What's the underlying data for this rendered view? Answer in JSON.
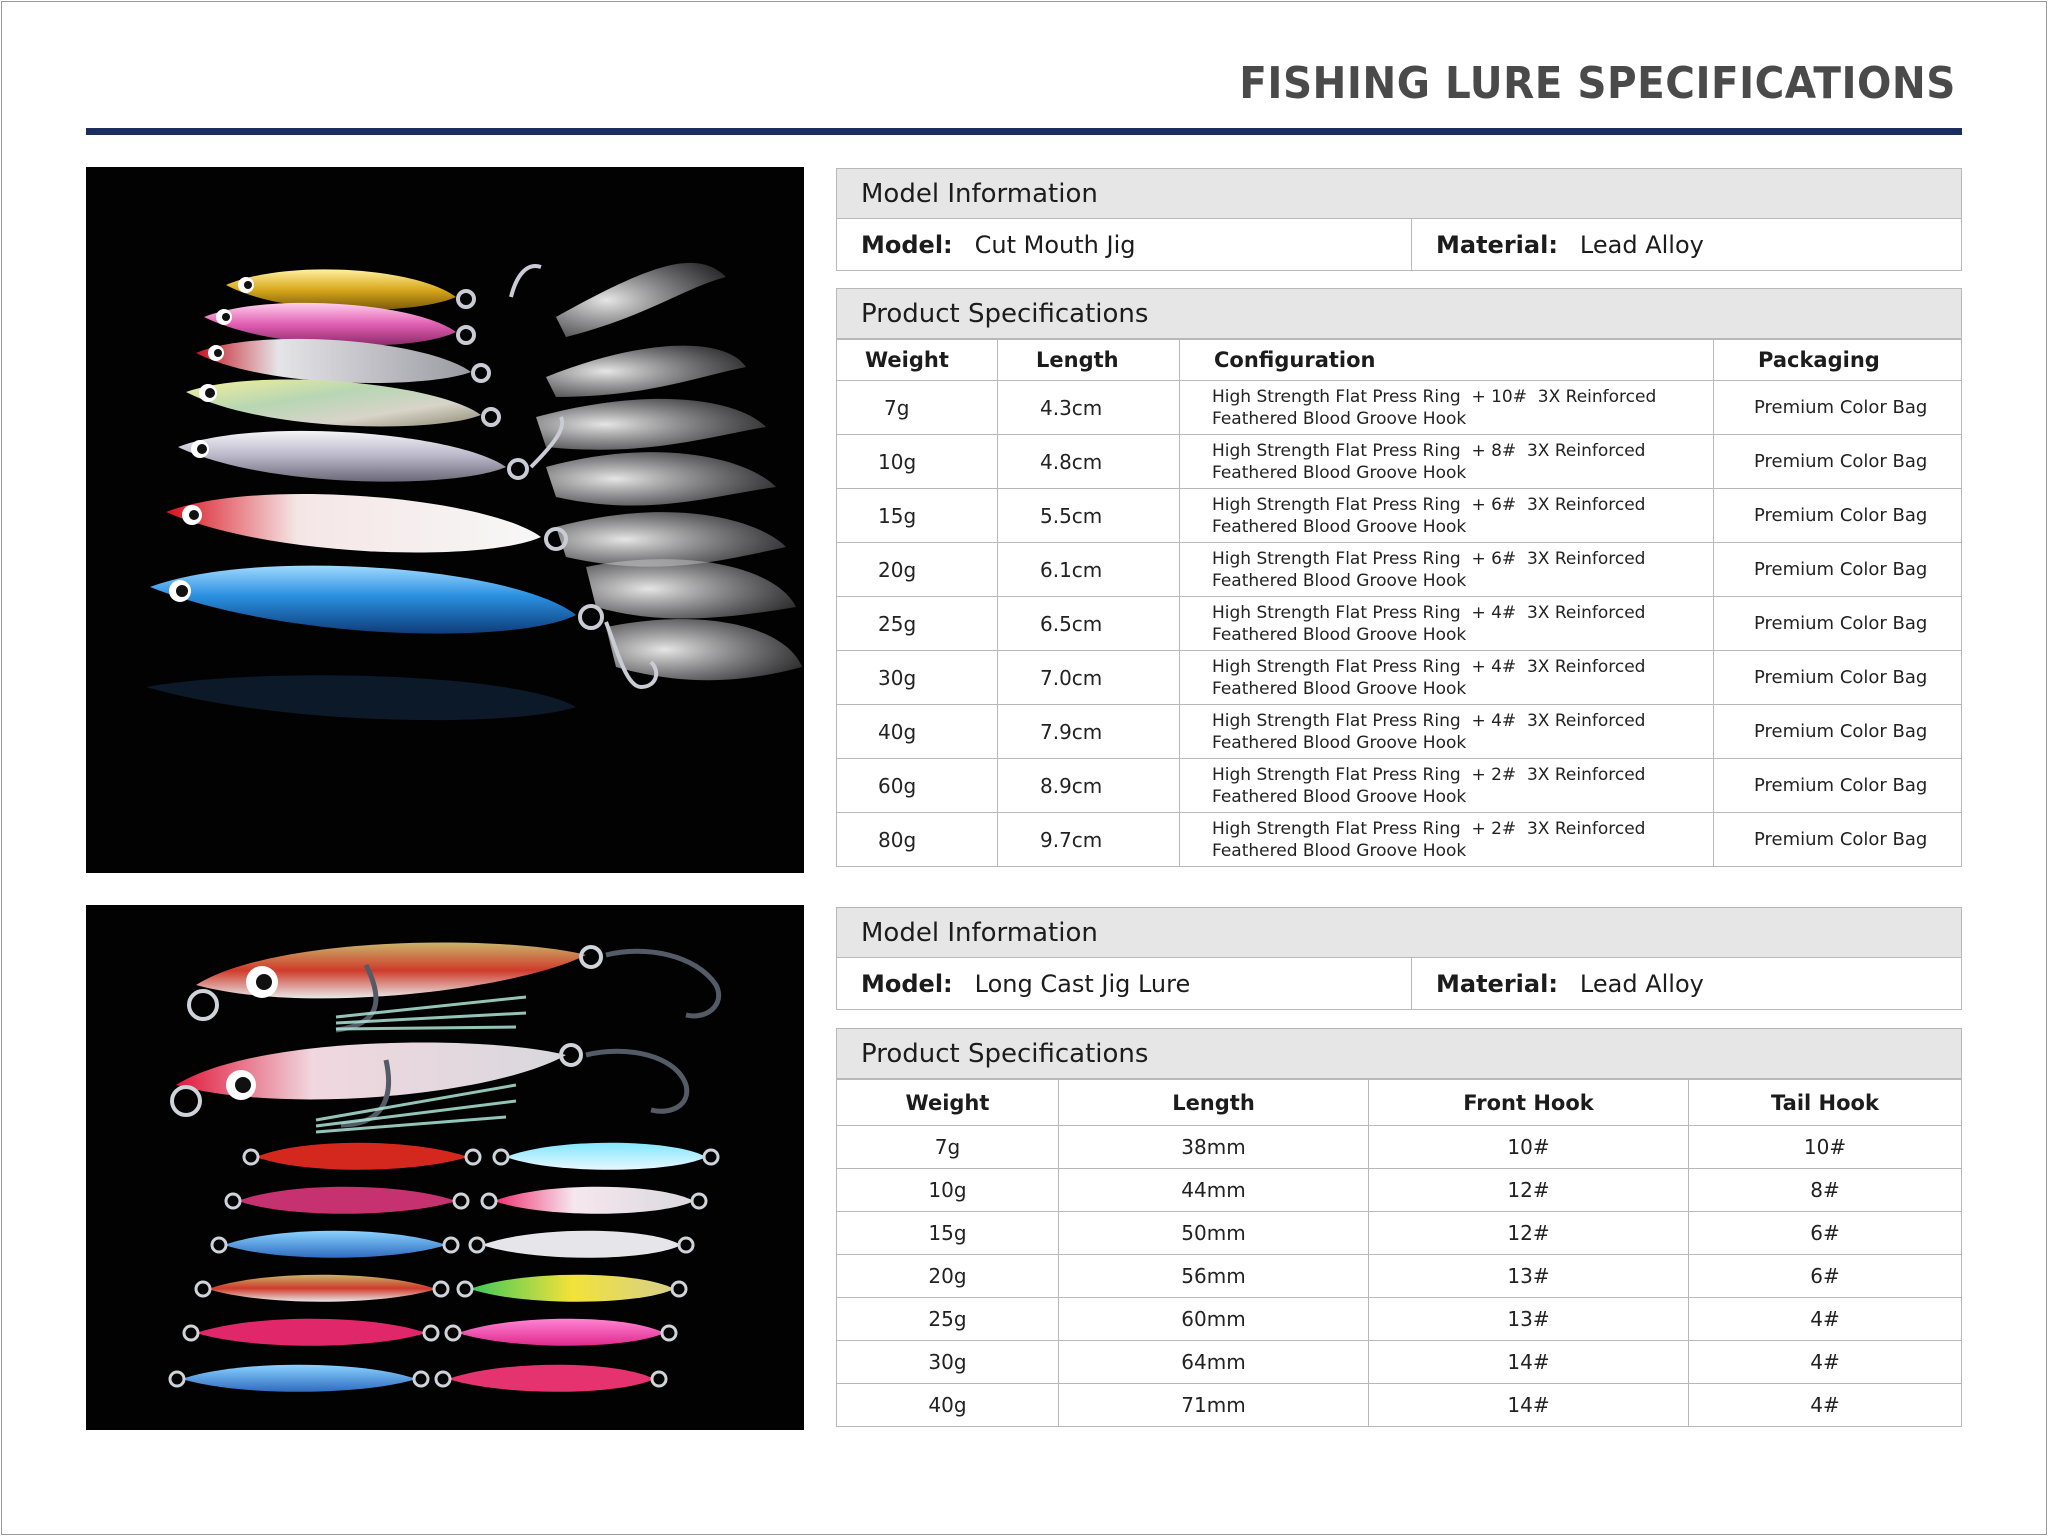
{
  "page": {
    "title": "FISHING LURE SPECIFICATIONS"
  },
  "products": [
    {
      "model_section_title": "Model Information",
      "model_label": "Model:",
      "model_value": "Cut Mouth Jig",
      "material_label": "Material:",
      "material_value": "Lead Alloy",
      "spec_section_title": "Product Specifications",
      "columns": [
        "Weight",
        "Length",
        "Configuration",
        "Packaging"
      ],
      "rows": [
        {
          "weight": "7g",
          "length": "4.3cm",
          "config_line1": "High Strength Flat Press Ring  + 10#  3X Reinforced",
          "config_line2": "Feathered Blood Groove Hook",
          "packaging": "Premium Color Bag"
        },
        {
          "weight": "10g",
          "length": "4.8cm",
          "config_line1": "High Strength Flat Press Ring  + 8#  3X Reinforced",
          "config_line2": "Feathered Blood Groove Hook",
          "packaging": "Premium Color Bag"
        },
        {
          "weight": "15g",
          "length": "5.5cm",
          "config_line1": "High Strength Flat Press Ring  + 6#  3X Reinforced",
          "config_line2": "Feathered Blood Groove Hook",
          "packaging": "Premium Color Bag"
        },
        {
          "weight": "20g",
          "length": "6.1cm",
          "config_line1": "High Strength Flat Press Ring  + 6#  3X Reinforced",
          "config_line2": "Feathered Blood Groove Hook",
          "packaging": "Premium Color Bag"
        },
        {
          "weight": "25g",
          "length": "6.5cm",
          "config_line1": "High Strength Flat Press Ring  + 4#  3X Reinforced",
          "config_line2": "Feathered Blood Groove Hook",
          "packaging": "Premium Color Bag"
        },
        {
          "weight": "30g",
          "length": "7.0cm",
          "config_line1": "High Strength Flat Press Ring  + 4#  3X Reinforced",
          "config_line2": "Feathered Blood Groove Hook",
          "packaging": "Premium Color Bag"
        },
        {
          "weight": "40g",
          "length": "7.9cm",
          "config_line1": "High Strength Flat Press Ring  + 4#  3X Reinforced",
          "config_line2": "Feathered Blood Groove Hook",
          "packaging": "Premium Color Bag"
        },
        {
          "weight": "60g",
          "length": "8.9cm",
          "config_line1": "High Strength Flat Press Ring  + 2#  3X Reinforced",
          "config_line2": "Feathered Blood Groove Hook",
          "packaging": "Premium Color Bag"
        },
        {
          "weight": "80g",
          "length": "9.7cm",
          "config_line1": "High Strength Flat Press Ring  + 2#  3X Reinforced",
          "config_line2": "Feathered Blood Groove Hook",
          "packaging": "Premium Color Bag"
        }
      ]
    },
    {
      "model_section_title": "Model Information",
      "model_label": "Model:",
      "model_value": "Long Cast Jig Lure",
      "material_label": "Material:",
      "material_value": "Lead Alloy",
      "spec_section_title": "Product Specifications",
      "columns": [
        "Weight",
        "Length",
        "Front Hook",
        "Tail Hook"
      ],
      "rows": [
        {
          "weight": "7g",
          "length": "38mm",
          "front_hook": "10#",
          "tail_hook": "10#"
        },
        {
          "weight": "10g",
          "length": "44mm",
          "front_hook": "12#",
          "tail_hook": "8#"
        },
        {
          "weight": "15g",
          "length": "50mm",
          "front_hook": "12#",
          "tail_hook": "6#"
        },
        {
          "weight": "20g",
          "length": "56mm",
          "front_hook": "13#",
          "tail_hook": "6#"
        },
        {
          "weight": "25g",
          "length": "60mm",
          "front_hook": "13#",
          "tail_hook": "4#"
        },
        {
          "weight": "30g",
          "length": "64mm",
          "front_hook": "14#",
          "tail_hook": "4#"
        },
        {
          "weight": "40g",
          "length": "71mm",
          "front_hook": "14#",
          "tail_hook": "4#"
        }
      ]
    }
  ],
  "colors": {
    "title_text": "#4a4a4a",
    "rule": "#1b2e5e",
    "section_fill": "#e6e6e6",
    "border": "#b8b8b8",
    "photo_bg": "#020202"
  }
}
